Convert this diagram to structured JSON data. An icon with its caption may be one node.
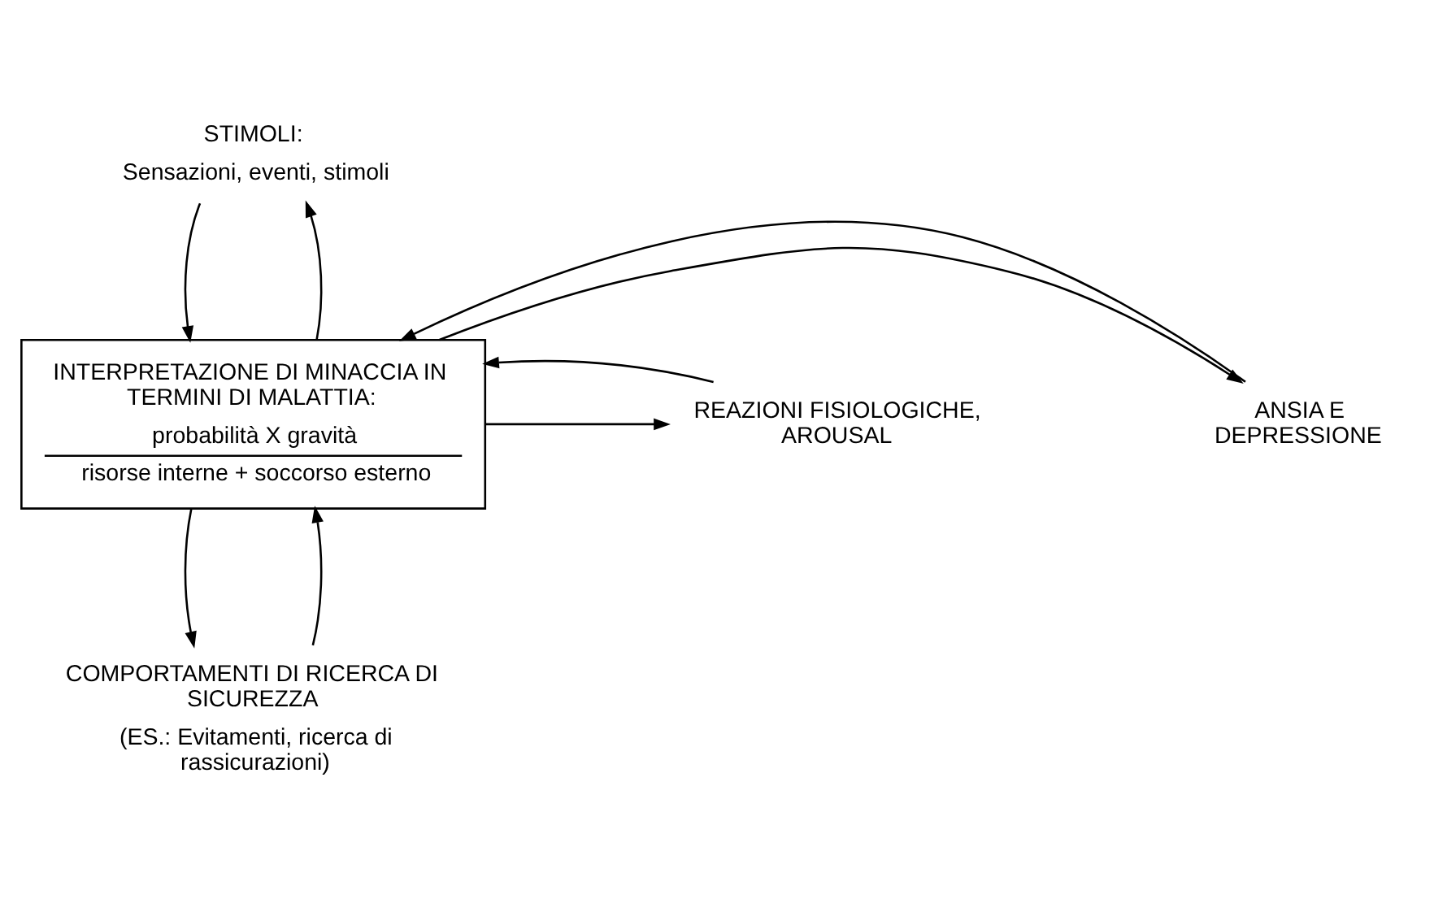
{
  "diagram": {
    "nodes": [
      {
        "text": [
          "STIMOLI:",
          "Sensazioni, eventi, stimoli"
        ]
      },
      {
        "text": [
          "INTERPRETAZIONE DI MINACCIA IN TERMINI DI MALATTIA:",
          "probabilità X gravità",
          "risorse interne + soccorso esterno"
        ]
      },
      {
        "text": [
          "ANSIA E DEPRESSIONE"
        ]
      },
      {
        "text": [
          "REAZIONI FISIOLOGICHE, AROUSAL"
        ]
      },
      {
        "text": [
          "COMPORTAMENTI DI RICERCA DI SICUREZZA",
          "(ES.: Evitamenti, ricerca di rassicurazioni)"
        ]
      }
    ],
    "edges": [
      {
        "from": 0,
        "to": 1,
        "arrow": "to"
      },
      {
        "from": 1,
        "to": 0,
        "arrow": "to"
      },
      {
        "from": 1,
        "to": 2,
        "arrow": "to"
      },
      {
        "from": 2,
        "to": 1,
        "arrow": "to"
      },
      {
        "from": 1,
        "to": 3,
        "arrow": "to"
      },
      {
        "from": 3,
        "to": 1,
        "arrow": "to"
      },
      {
        "from": 1,
        "to": 4,
        "arrow": "to"
      },
      {
        "from": 4,
        "to": 1,
        "arrow": "to"
      }
    ]
  }
}
